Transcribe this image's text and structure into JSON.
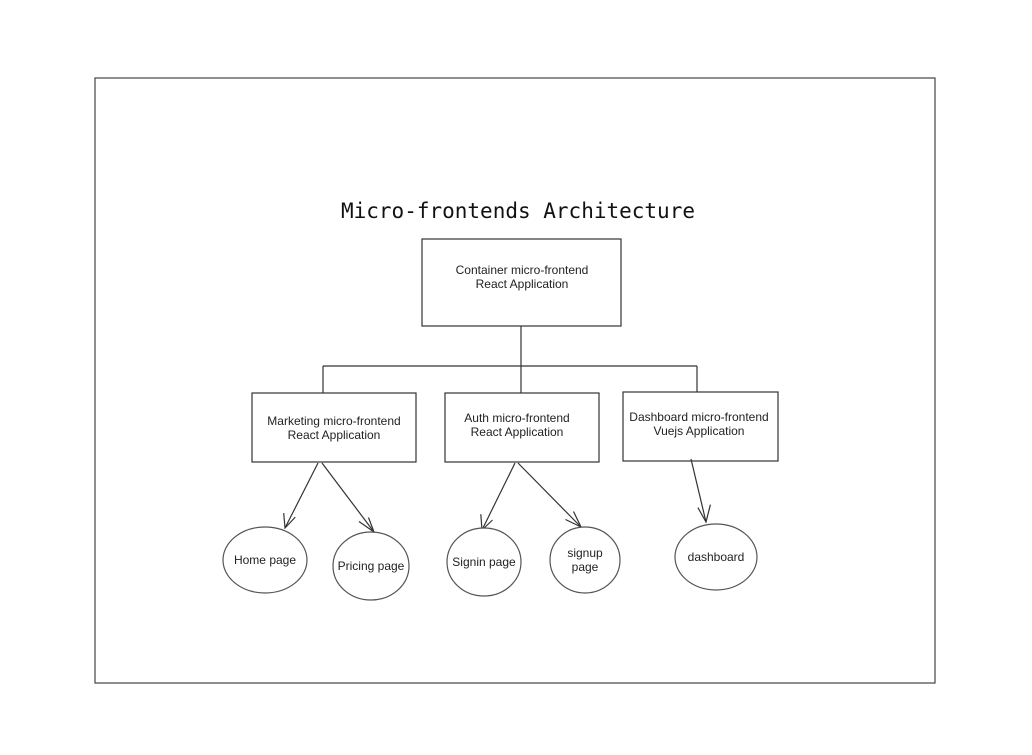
{
  "diagram": {
    "title": "Micro-frontends Architecture",
    "container": {
      "line1": "Container micro-frontend",
      "line2": "React Application"
    },
    "apps": [
      {
        "line1": "Marketing micro-frontend",
        "line2": "React Application"
      },
      {
        "line1": "Auth micro-frontend",
        "line2": "React Application"
      },
      {
        "line1": "Dashboard micro-frontend",
        "line2": "Vuejs Application"
      }
    ],
    "pages": [
      {
        "line1": "Home page",
        "line2": ""
      },
      {
        "line1": "Pricing page",
        "line2": ""
      },
      {
        "line1": "Signin page",
        "line2": ""
      },
      {
        "line1": "signup",
        "line2": "page"
      },
      {
        "line1": "dashboard",
        "line2": ""
      }
    ]
  }
}
